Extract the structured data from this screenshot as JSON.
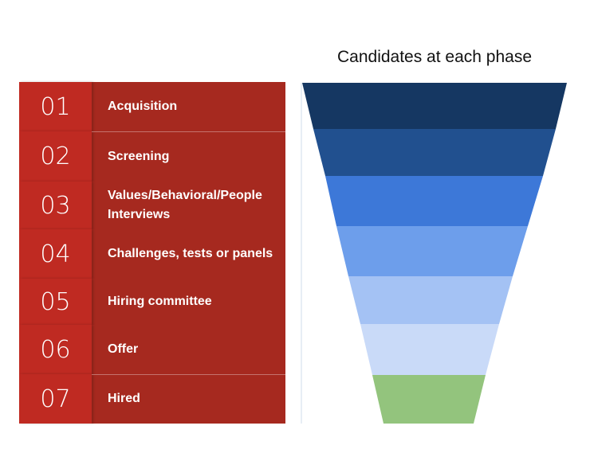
{
  "title": "Candidates at each phase",
  "steps": [
    {
      "num": "01",
      "label": "Acquisition"
    },
    {
      "num": "02",
      "label": "Screening"
    },
    {
      "num": "03",
      "label": "Values/Behavioral/People Interviews"
    },
    {
      "num": "04",
      "label": "Challenges, tests or panels"
    },
    {
      "num": "05",
      "label": "Hiring committee"
    },
    {
      "num": "06",
      "label": "Offer"
    },
    {
      "num": "07",
      "label": "Hired"
    }
  ],
  "chart_data": {
    "type": "funnel",
    "title": "Candidates at each phase",
    "categories": [
      "Acquisition",
      "Screening",
      "Values/Behavioral/People Interviews",
      "Challenges, tests or panels",
      "Hiring committee",
      "Offer",
      "Hired"
    ],
    "colors": [
      "#153762",
      "#21508f",
      "#3d78d8",
      "#6d9eeb",
      "#a4c2f4",
      "#c9daf8",
      "#93c47d"
    ]
  }
}
